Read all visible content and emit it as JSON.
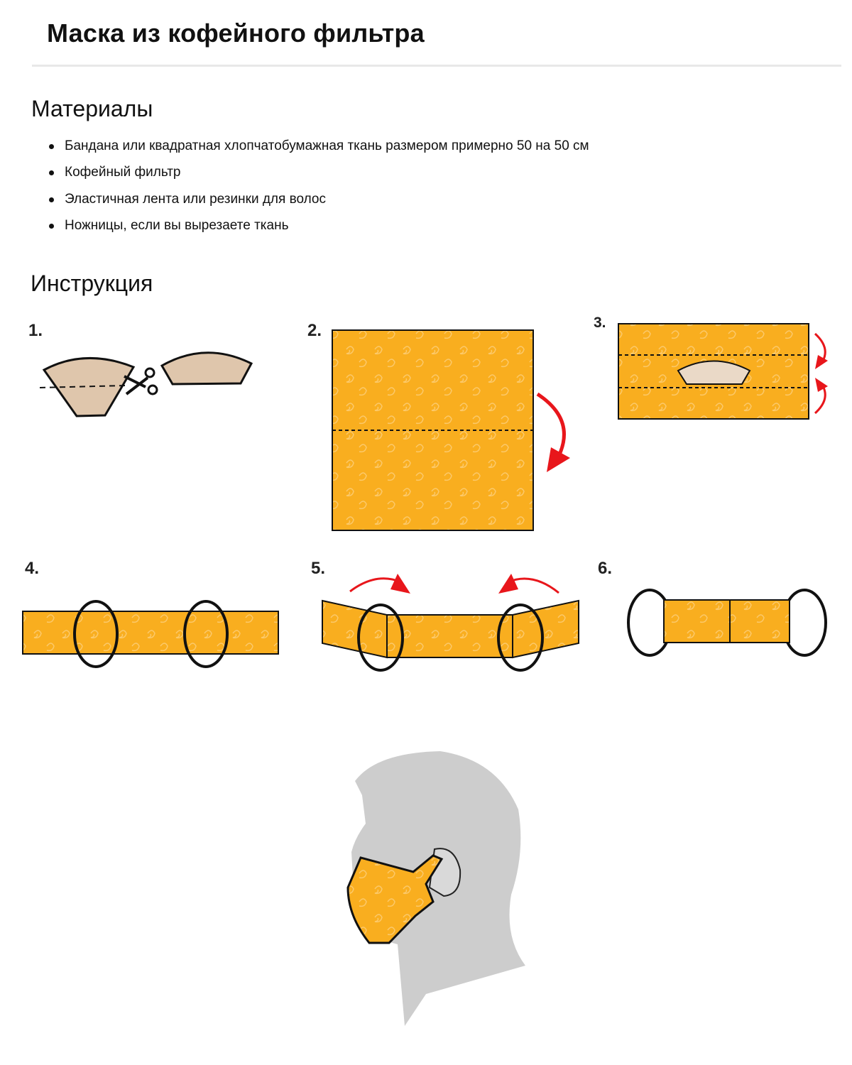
{
  "title": "Маска из кофейного фильтра",
  "materials": {
    "heading": "Материалы",
    "items": [
      "Бандана или квадратная хлопчатобумажная ткань размером примерно 50 на 50 см",
      "Кофейный фильтр",
      "Эластичная лента или резинки для волос",
      "Ножницы, если вы вырезаете ткань"
    ]
  },
  "instructions": {
    "heading": "Инструкция",
    "steps": [
      "1.",
      "2.",
      "3.",
      "4.",
      "5.",
      "6."
    ]
  },
  "colors": {
    "fabric": "#F9AE1F",
    "filter": "#DFC6AC",
    "arrow": "#E8161B",
    "silhouette": "#CDCDCD"
  }
}
